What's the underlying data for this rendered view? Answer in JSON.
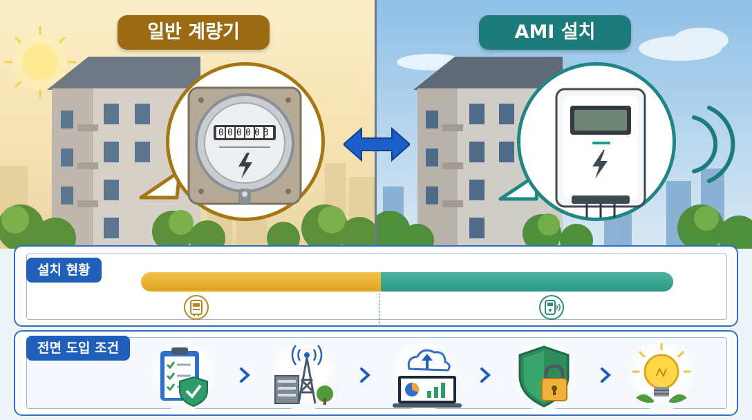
{
  "comparison": {
    "left_title": "일반 계량기",
    "right_title": "AMI 설치",
    "meter_reading": "000003"
  },
  "status": {
    "label": "설치 현황",
    "general_share": 0.45,
    "ami_share": 0.55
  },
  "conditions": {
    "label": "전면 도입 조건",
    "steps": [
      {
        "icon": "clipboard-shield-icon"
      },
      {
        "icon": "tower-building-icon"
      },
      {
        "icon": "cloud-laptop-icon"
      },
      {
        "icon": "shield-lock-icon"
      },
      {
        "icon": "lightbulb-icon"
      }
    ]
  },
  "colors": {
    "general": "#e0a41c",
    "ami": "#2b9883",
    "accent": "#1f5fba"
  }
}
